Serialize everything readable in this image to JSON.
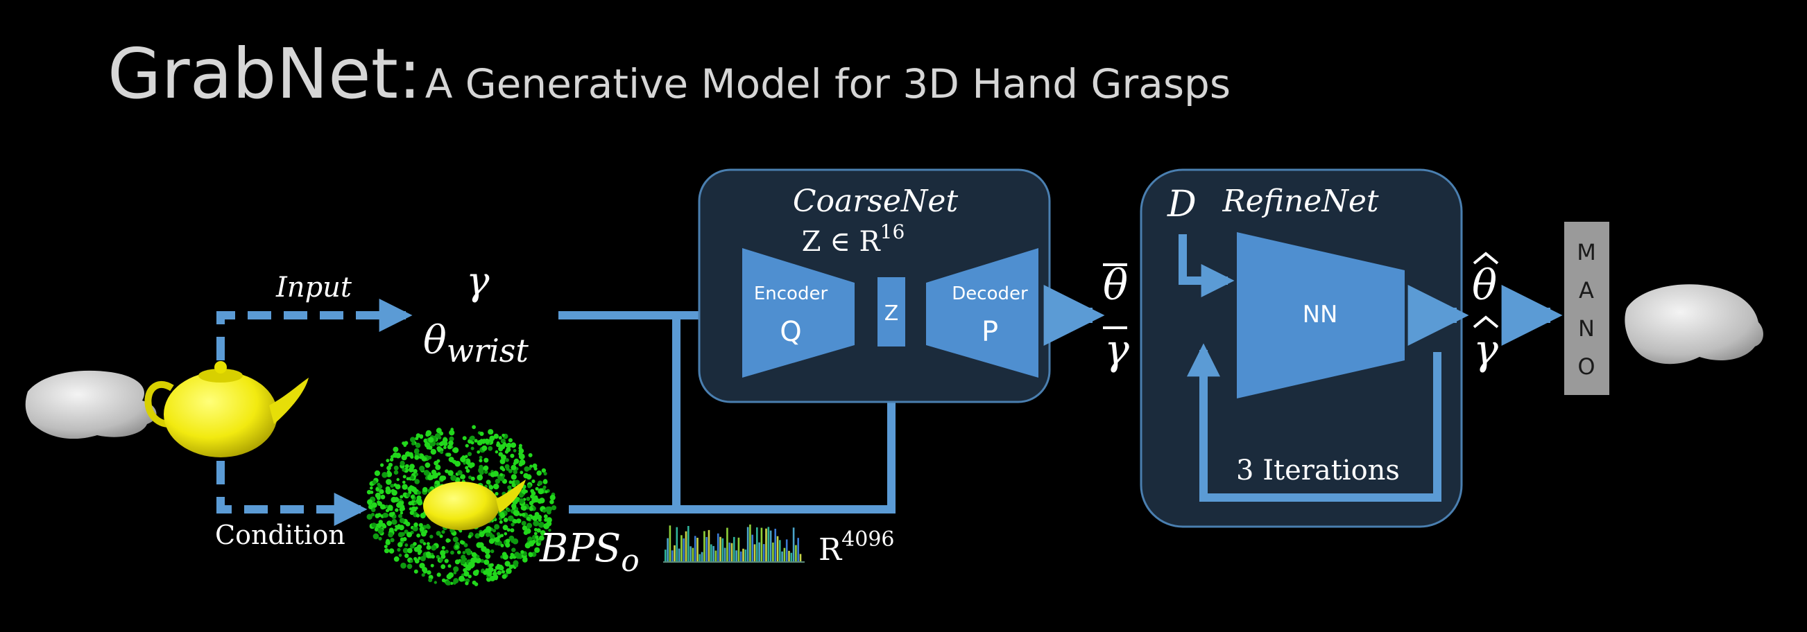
{
  "title": {
    "main": "GrabNet:",
    "subtitle": "A Generative Model for 3D Hand Grasps"
  },
  "input_branch": {
    "input_label": "Input",
    "condition_label": "Condition",
    "gamma": "γ",
    "theta": "θ",
    "theta_sub": "wrist",
    "bps": "BPS",
    "bps_sub": "o",
    "feature_dim": "R",
    "feature_dim_exp": "4096"
  },
  "coarsenet": {
    "title": "CoarseNet",
    "latent_label": "Z ∈ R",
    "latent_exp": "16",
    "encoder_label": "Encoder",
    "encoder_letter": "Q",
    "z_label": "Z",
    "decoder_label": "Decoder",
    "decoder_letter": "P"
  },
  "coarse_output": {
    "theta": "θ",
    "gamma": "γ"
  },
  "refinenet": {
    "title": "RefineNet",
    "d_label": "D",
    "nn_label": "NN",
    "iterations_label": "3 Iterations"
  },
  "refined_output": {
    "theta": "θ",
    "gamma": "γ"
  },
  "mano": {
    "letters": [
      "M",
      "A",
      "N",
      "O"
    ]
  },
  "colors": {
    "background": "#000000",
    "arrow_blue": "#5b9bd5",
    "block_blue": "#4f8fd0",
    "panel_fill": "#1b2b3c",
    "panel_stroke": "#4a7fb0",
    "teapot_yellow": "#f2ea10",
    "bps_points": "#22d81c",
    "mano_gray": "#9a9a9a",
    "title_gray": "#d6d6d6"
  }
}
